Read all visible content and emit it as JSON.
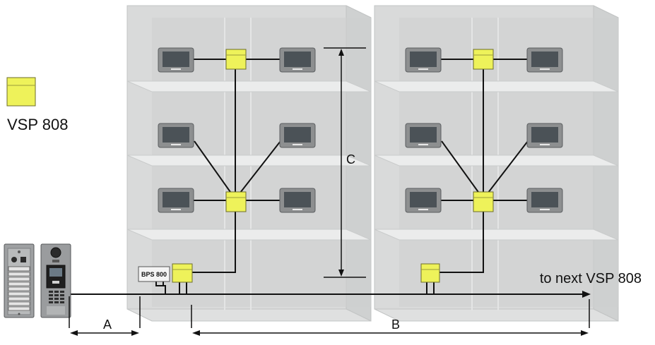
{
  "legend": {
    "label": "VSP 808",
    "color": "#eef25a"
  },
  "labels": {
    "a": "A",
    "b": "B",
    "c": "C",
    "next": "to next VSP 808",
    "power_supply": "BPS 800"
  },
  "colors": {
    "building_side": "#d9dada",
    "building_face": "#cdcfcf",
    "floor_slab": "#e9eaea",
    "monitor_frame": "#8d8f90",
    "monitor_screen": "#4b5257",
    "distributor": "#eef25a",
    "wire": "#111111"
  },
  "buildings": [
    {
      "name": "building-1"
    },
    {
      "name": "building-2"
    }
  ]
}
